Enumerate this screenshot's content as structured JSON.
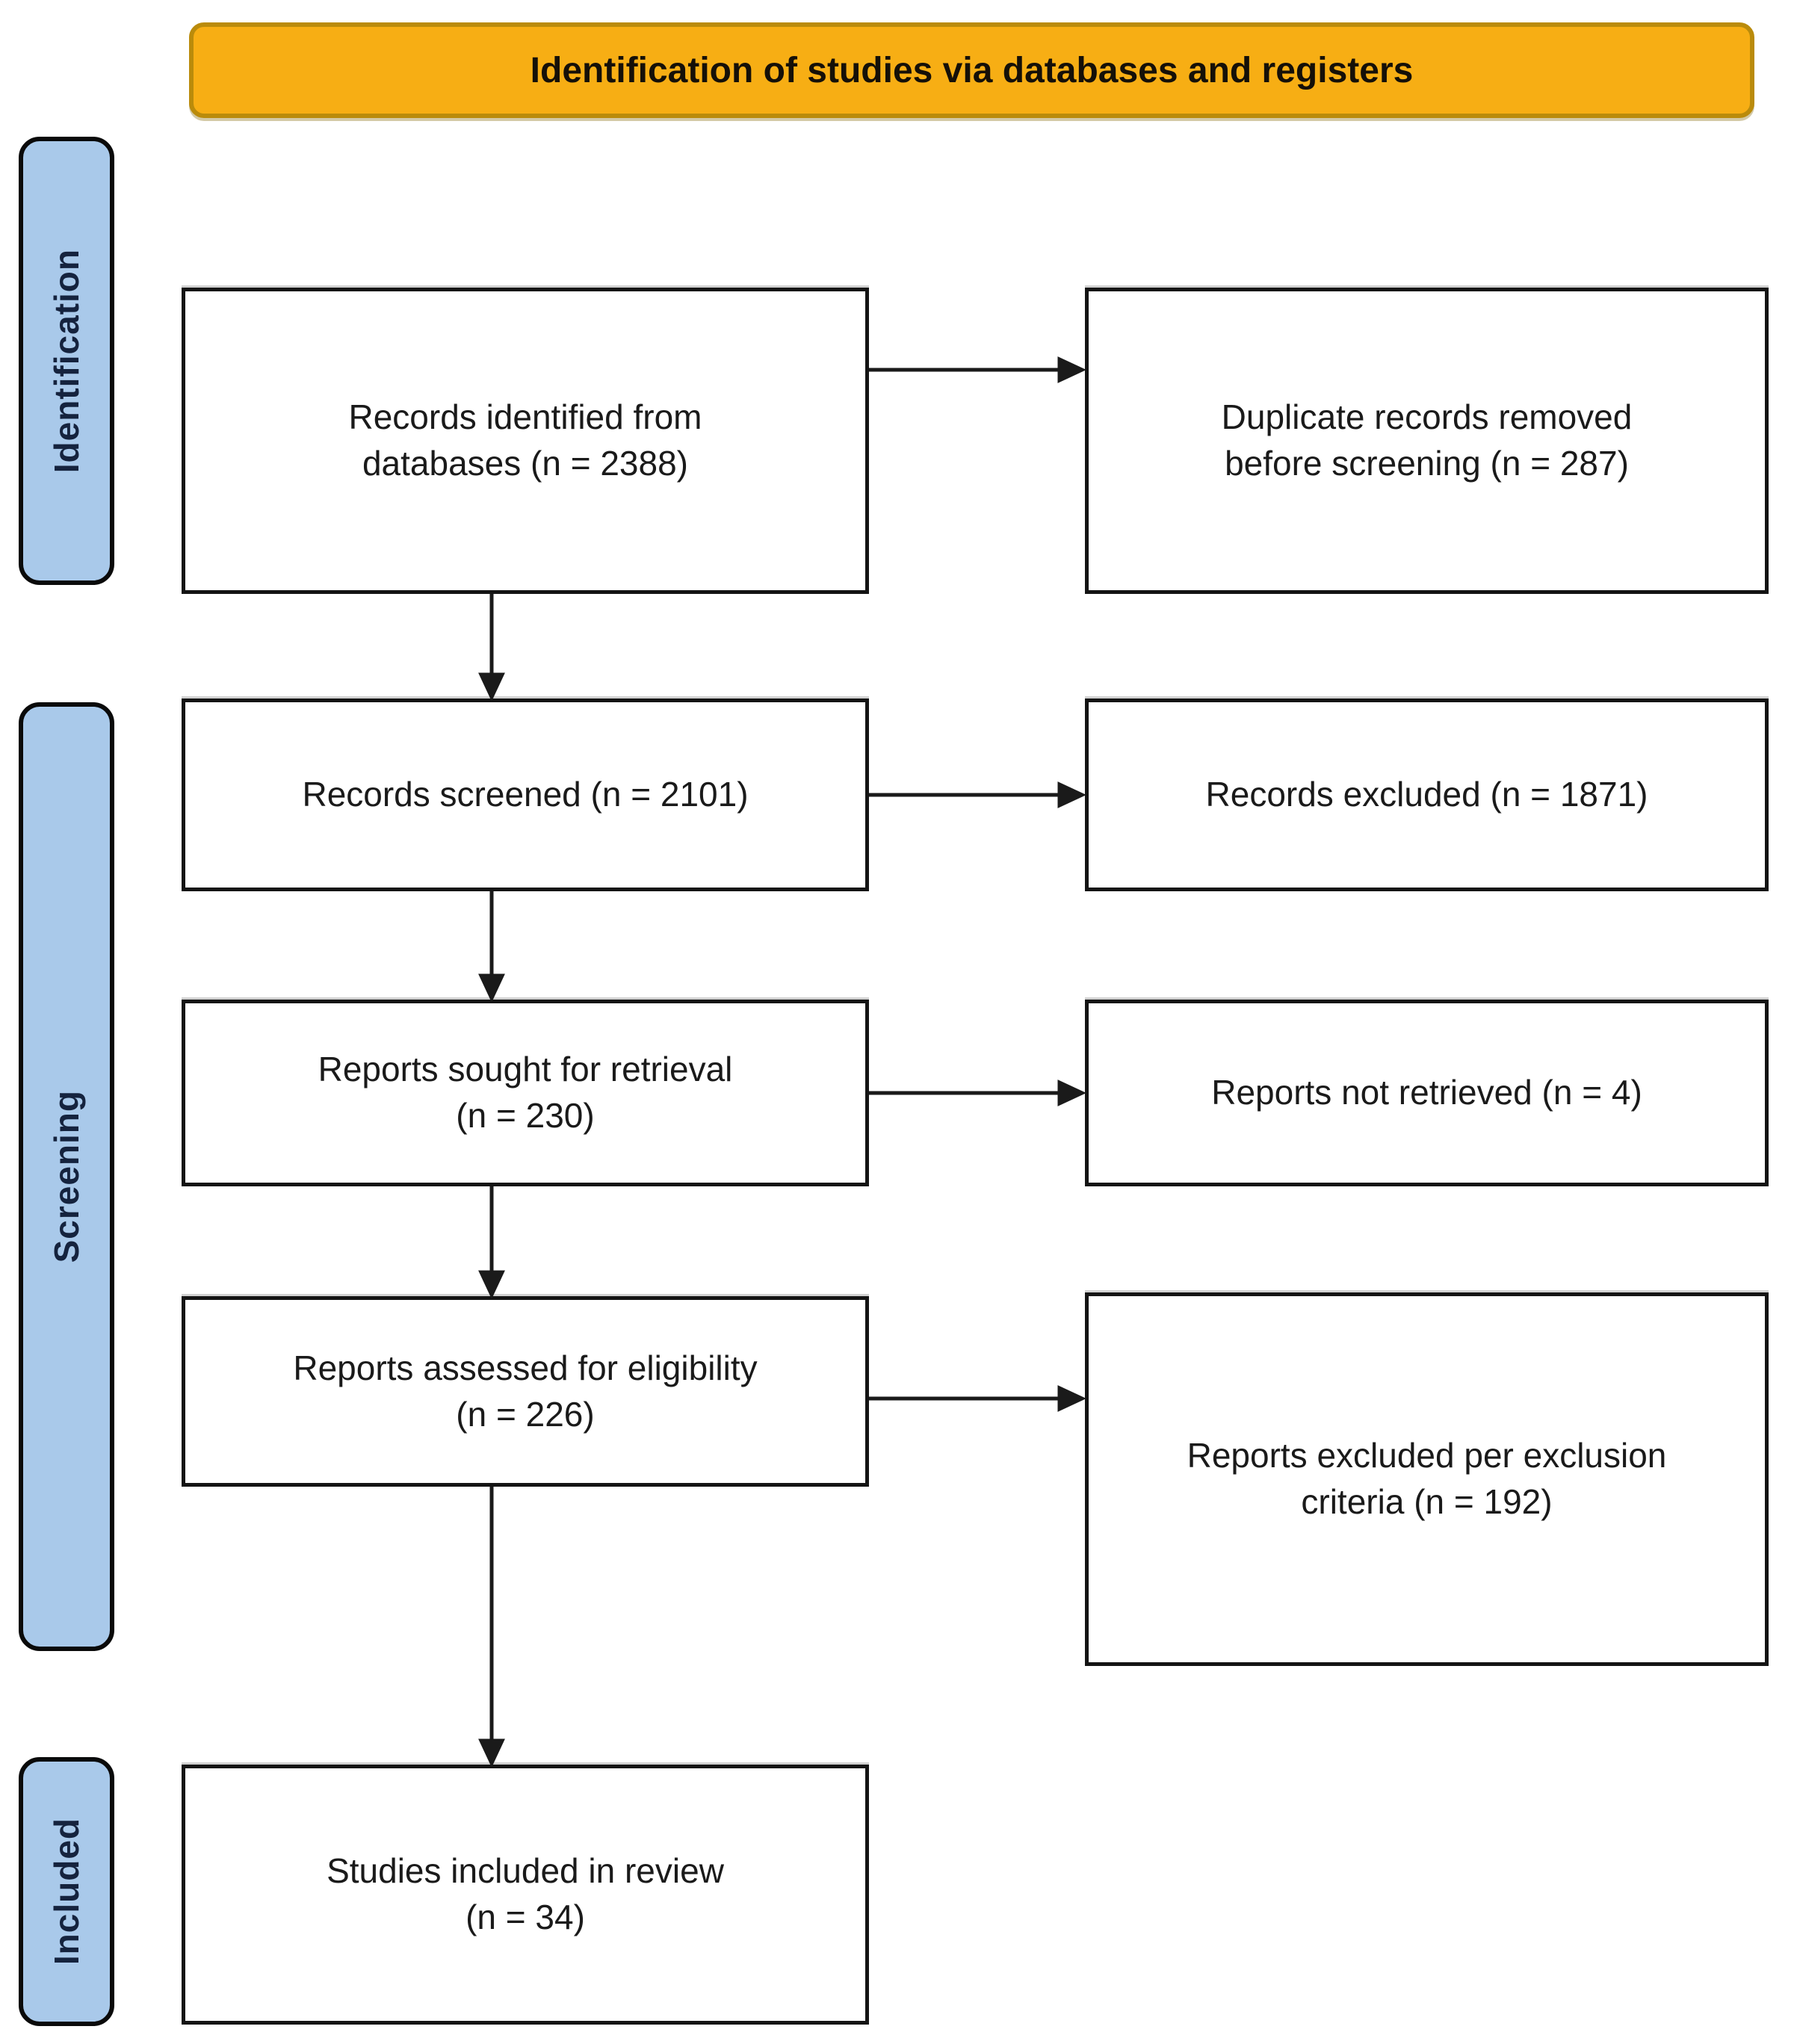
{
  "banner": {
    "title": "Identification of studies via databases and registers"
  },
  "stages": {
    "identification": "Identification",
    "screening": "Screening",
    "included": "Included"
  },
  "boxes": {
    "records_identified": {
      "lines": [
        "Records identified from",
        "databases (n = 2388)"
      ],
      "n": 2388
    },
    "duplicates_removed": {
      "lines": [
        "Duplicate records removed",
        "before screening (n = 287)"
      ],
      "n": 287
    },
    "records_screened": {
      "lines": [
        "Records screened (n = 2101)"
      ],
      "n": 2101
    },
    "records_excluded": {
      "lines": [
        "Records excluded (n = 1871)"
      ],
      "n": 1871
    },
    "reports_sought": {
      "lines": [
        "Reports sought for retrieval",
        "(n = 230)"
      ],
      "n": 230
    },
    "reports_not_retrieved": {
      "lines": [
        "Reports not retrieved (n = 4)"
      ],
      "n": 4
    },
    "reports_assessed": {
      "lines": [
        "Reports assessed for eligibility",
        "(n = 226)"
      ],
      "n": 226
    },
    "reports_excluded_criteria": {
      "lines": [
        "Reports excluded per exclusion",
        "criteria (n = 192)"
      ],
      "n": 192
    },
    "studies_included": {
      "lines": [
        "Studies included in review",
        "(n = 34)"
      ],
      "n": 34
    }
  },
  "colors": {
    "banner_fill": "#F7AE14",
    "banner_border": "#BA8B0B",
    "stage_fill": "#A9C9EA",
    "stage_text": "#15233E",
    "box_border": "#141414",
    "arrow": "#1A1A1A",
    "background": "#FFFFFF"
  }
}
